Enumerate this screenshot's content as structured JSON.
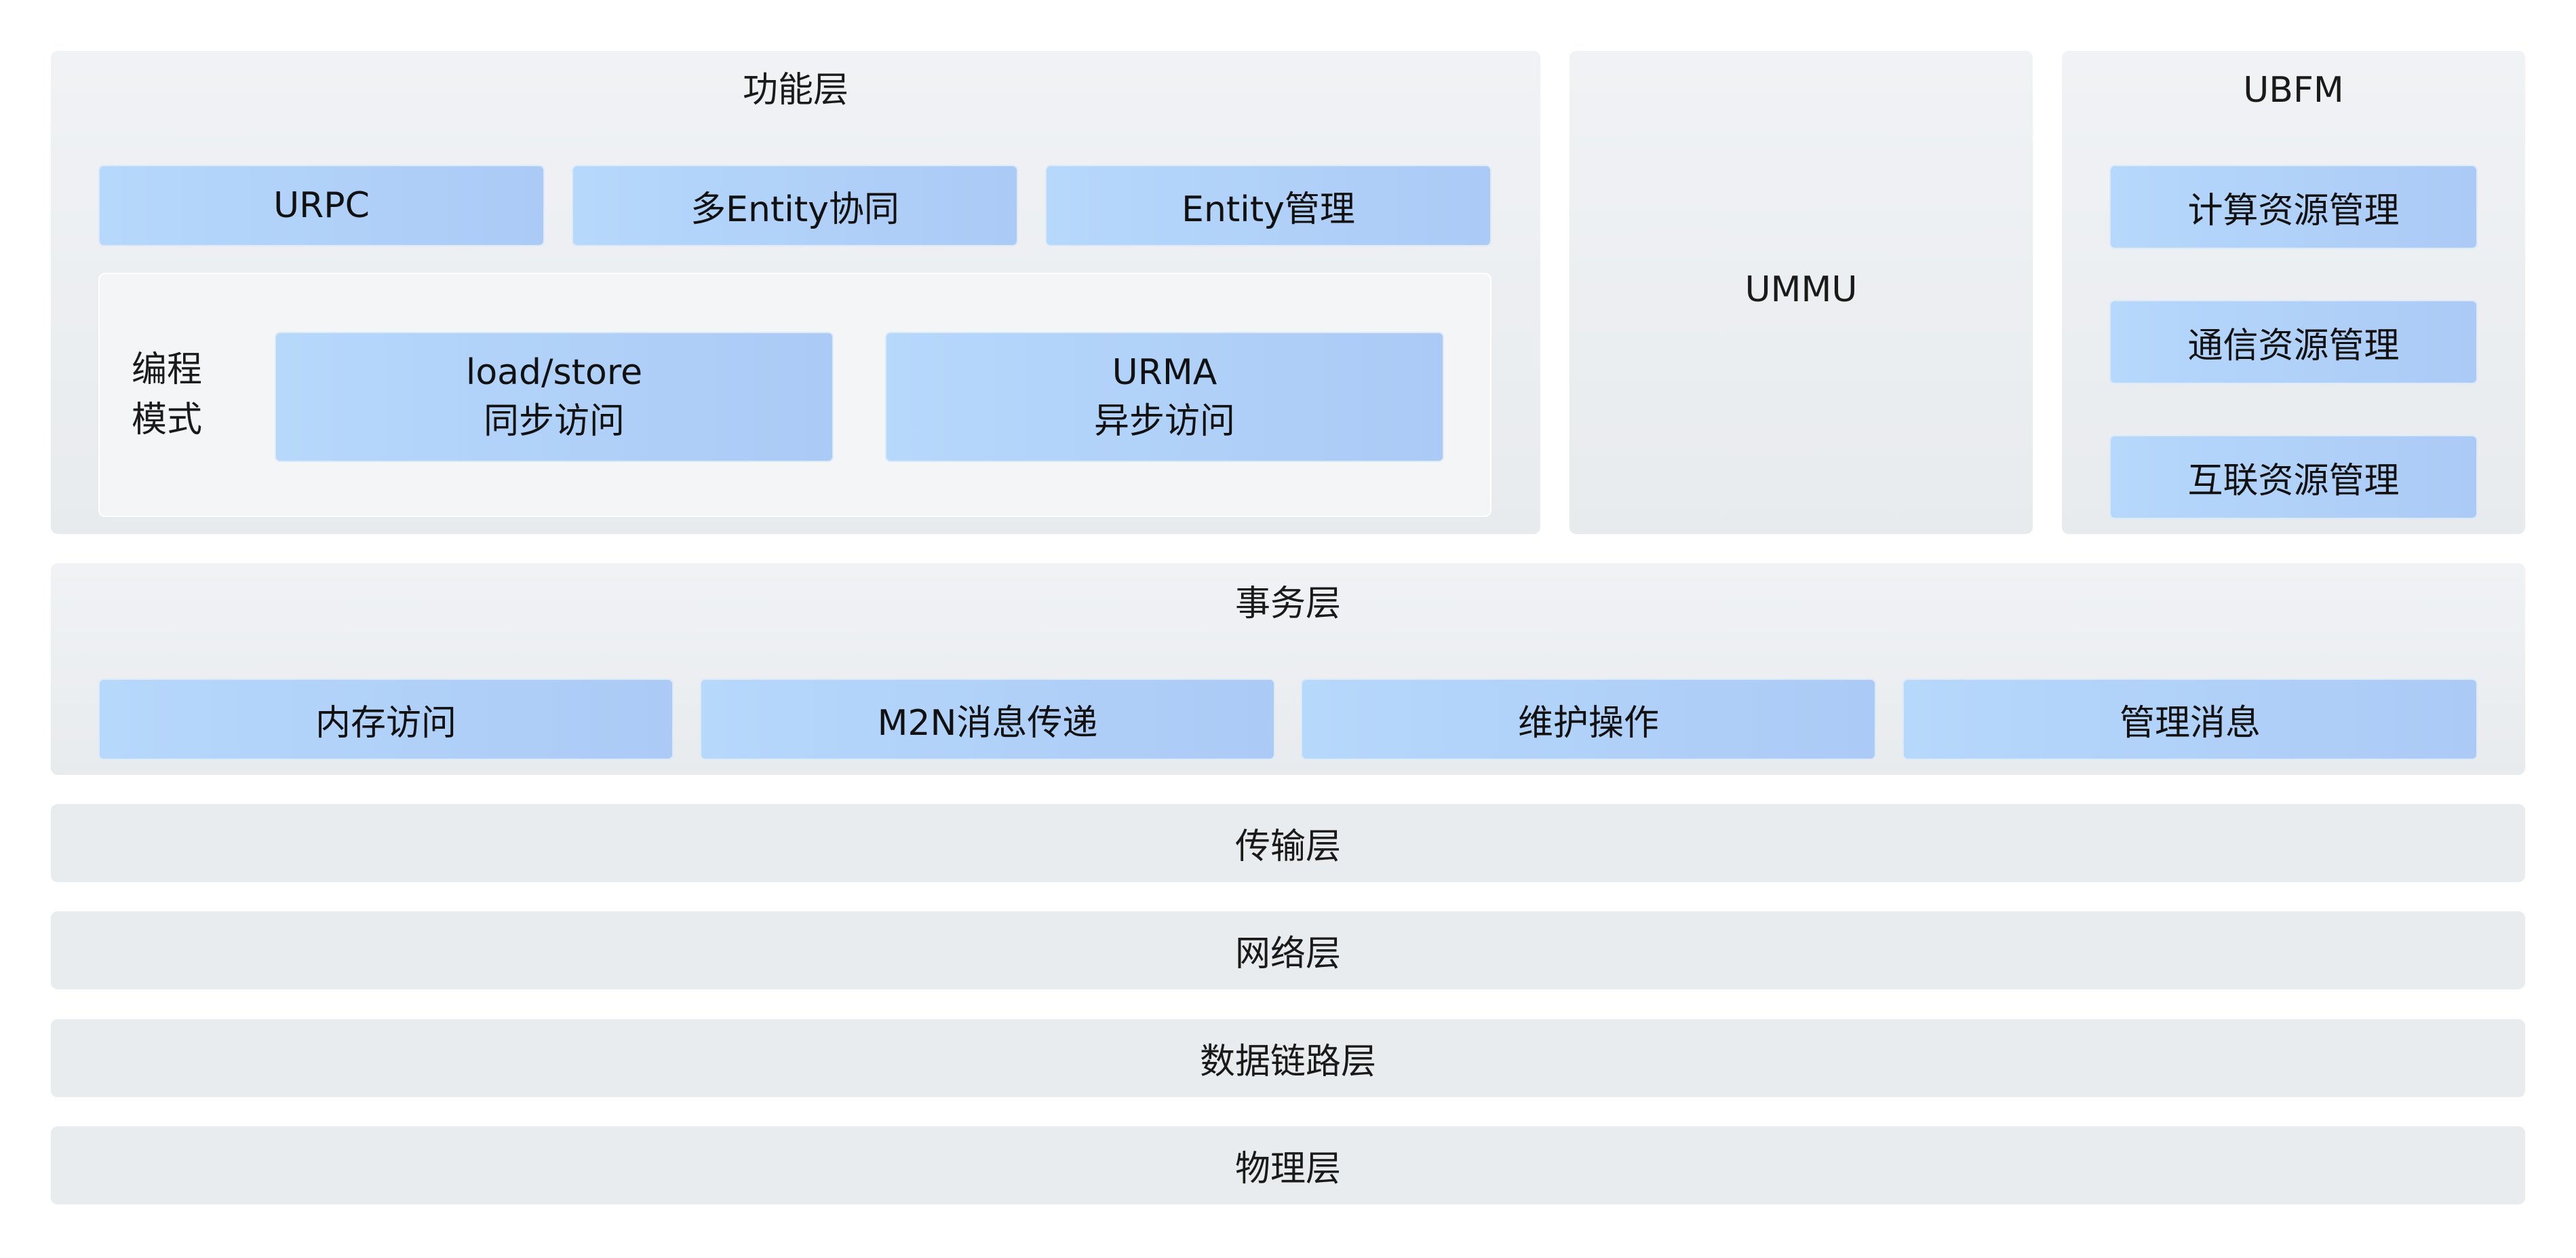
{
  "function_layer": {
    "title": "功能层",
    "top_chips": [
      "URPC",
      "多Entity协同",
      "Entity管理"
    ],
    "programming_mode": {
      "label_line1": "编程",
      "label_line2": "模式",
      "load_store": {
        "line1": "load/store",
        "line2": "同步访问"
      },
      "urma": {
        "line1": "URMA",
        "line2": "异步访问"
      }
    }
  },
  "ummu": {
    "label": "UMMU"
  },
  "ubfm": {
    "title": "UBFM",
    "items": [
      "计算资源管理",
      "通信资源管理",
      "互联资源管理"
    ]
  },
  "transaction_layer": {
    "title": "事务层",
    "items": [
      "内存访问",
      "M2N消息传递",
      "维护操作",
      "管理消息"
    ]
  },
  "bottom_layers": [
    "传输层",
    "网络层",
    "数据链路层",
    "物理层"
  ]
}
